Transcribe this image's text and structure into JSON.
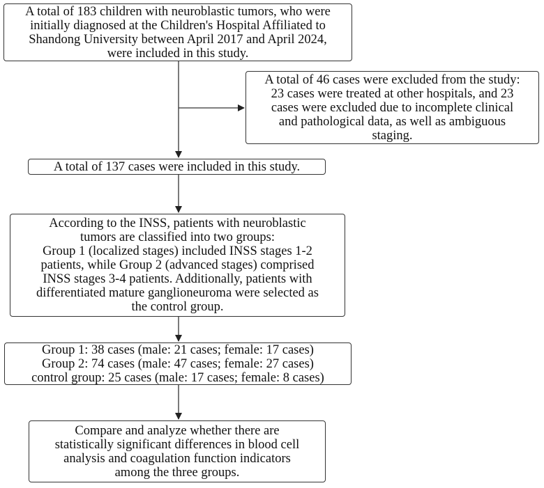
{
  "flowchart": {
    "boxes": [
      {
        "id": "initial",
        "lines": [
          "A total of 183 children with neuroblastic tumors, who were",
          "initially diagnosed at the Children's Hospital Affiliated to",
          "Shandong University between April 2017 and April 2024,",
          "were included in this study."
        ]
      },
      {
        "id": "excluded",
        "lines": [
          "A total of 46 cases were excluded from the study:",
          "23 cases were treated at other hospitals, and 23",
          "cases were excluded due to incomplete clinical",
          "and pathological data, as well as ambiguous",
          "staging."
        ]
      },
      {
        "id": "included",
        "lines": [
          "A total of 137 cases were included in this study."
        ]
      },
      {
        "id": "classification",
        "lines": [
          "According to the INSS, patients with neuroblastic",
          "tumors are classified into two groups:",
          "Group 1 (localized stages) included INSS stages 1-2",
          "patients, while Group 2 (advanced stages) comprised",
          "INSS stages 3-4 patients.  Additionally, patients with",
          "differentiated mature ganglioneuroma were selected as",
          "the control group."
        ]
      },
      {
        "id": "groups",
        "lines": [
          "Group 1: 38 cases (male: 21 cases; female: 17 cases)",
          "Group 2: 74 cases (male: 47 cases; female: 27 cases)",
          "control group: 25 cases (male: 17 cases; female: 8 cases)"
        ]
      },
      {
        "id": "analysis",
        "lines": [
          "Compare and analyze whether there are",
          "statistically significant differences in blood cell",
          "analysis and coagulation function indicators",
          "among the three groups."
        ]
      }
    ]
  }
}
